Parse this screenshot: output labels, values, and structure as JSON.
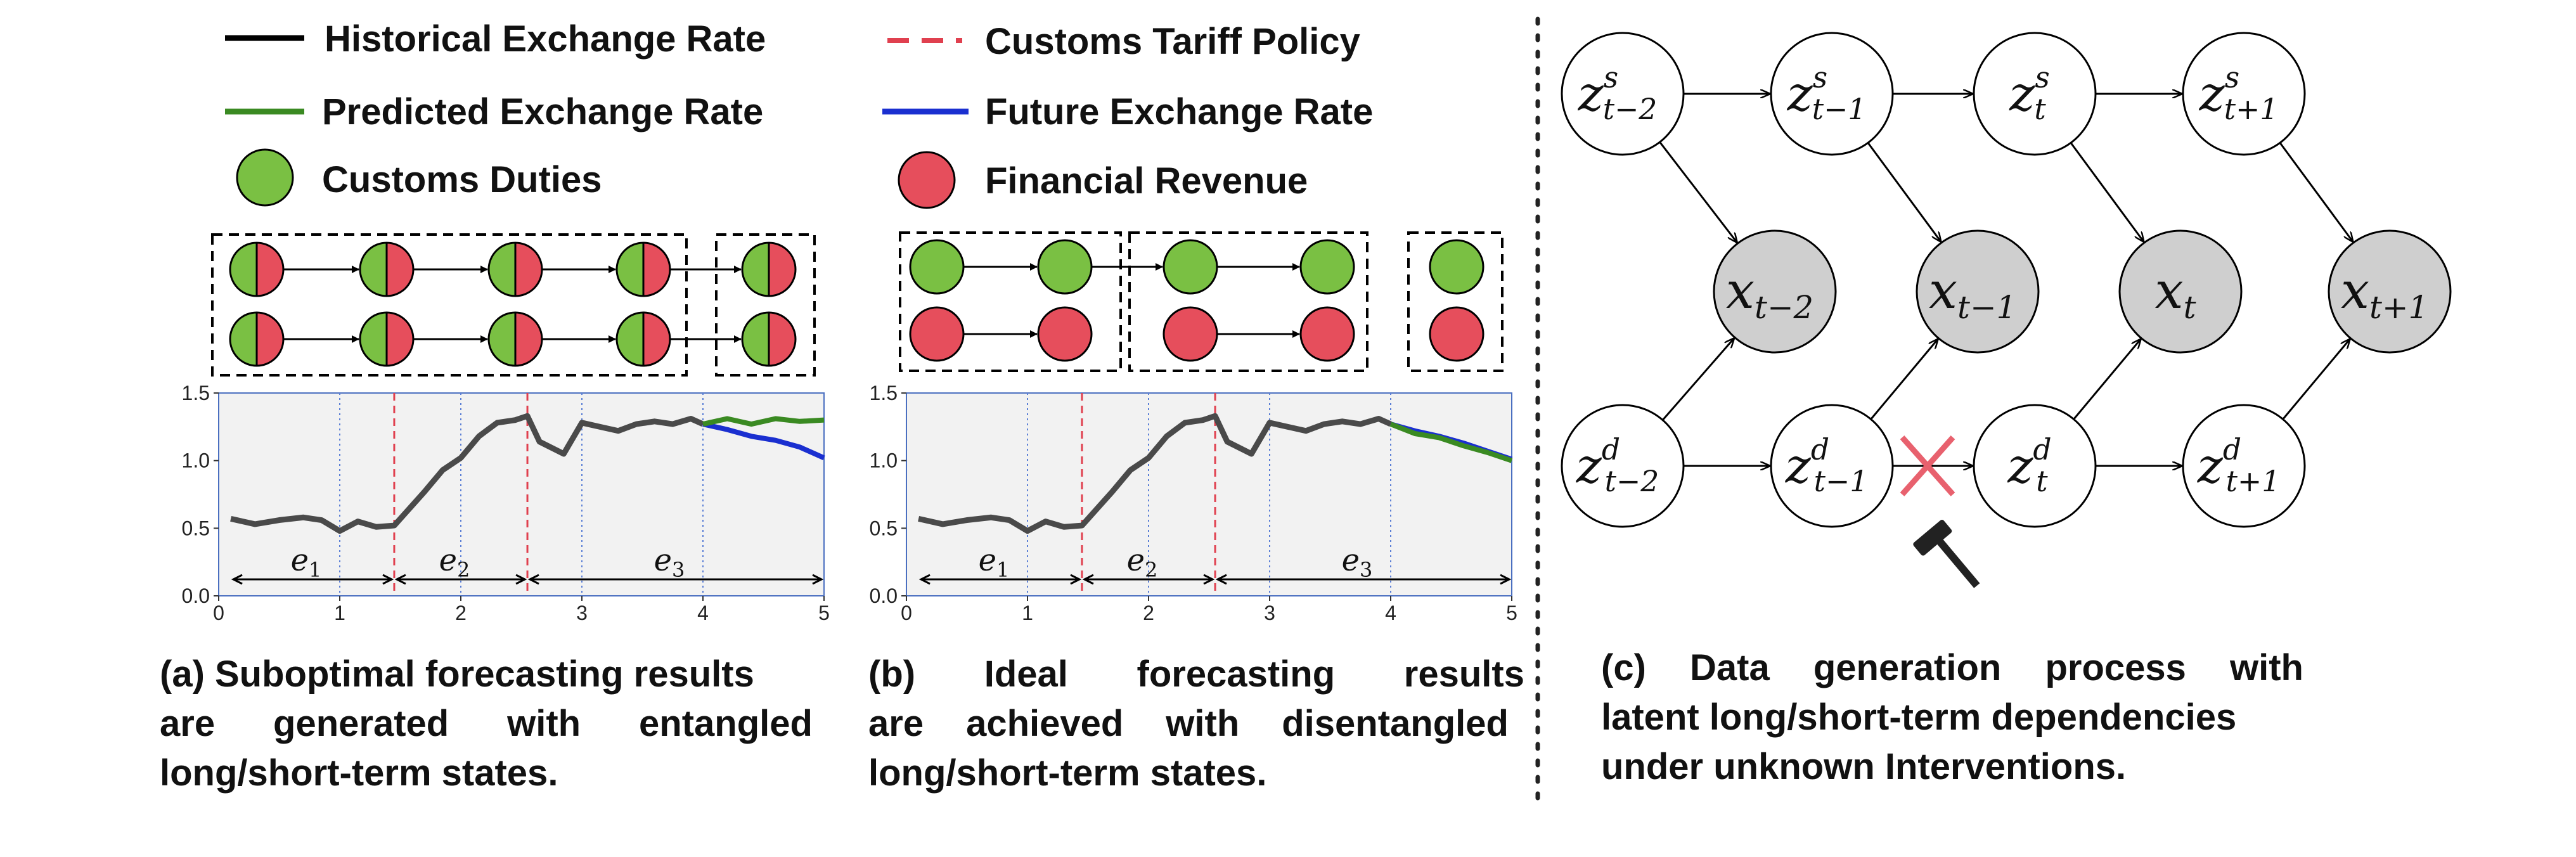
{
  "legend": {
    "historical": "Historical Exchange Rate",
    "predicted": "Predicted Exchange Rate",
    "duties": "Customs Duties",
    "tariff": "Customs Tariff Policy",
    "future": "Future Exchange Rate",
    "revenue": "Financial Revenue"
  },
  "colors": {
    "historical": "#4a4a4a",
    "predicted": "#3a8a22",
    "future": "#1a2fd0",
    "tariff": "#e0404f",
    "duties": "#7ac043",
    "revenue": "#e64e5c",
    "latent_node": "#cfcfcf",
    "cross": "#e8616e"
  },
  "panel_a": {
    "segments": [
      "e",
      "e",
      "e"
    ],
    "segment_subs": [
      "1",
      "2",
      "3"
    ],
    "caption_lines": [
      "(a) Suboptimal forecasting results",
      "are generated with entangled",
      "long/short-term states."
    ]
  },
  "panel_b": {
    "segments": [
      "e",
      "e",
      "e"
    ],
    "segment_subs": [
      "1",
      "2",
      "3"
    ],
    "caption_lines": [
      "(b) Ideal forecasting results",
      "are achieved with disentangled",
      "long/short-term states."
    ]
  },
  "panel_c": {
    "nodes": {
      "zs": [
        {
          "base": "z",
          "sup": "s",
          "sub": "t−2"
        },
        {
          "base": "z",
          "sup": "s",
          "sub": "t−1"
        },
        {
          "base": "z",
          "sup": "s",
          "sub": "t"
        },
        {
          "base": "z",
          "sup": "s",
          "sub": "t+1"
        }
      ],
      "x": [
        {
          "base": "x",
          "sub": "t−2"
        },
        {
          "base": "x",
          "sub": "t−1"
        },
        {
          "base": "x",
          "sub": "t"
        },
        {
          "base": "x",
          "sub": "t+1"
        }
      ],
      "zd": [
        {
          "base": "z",
          "sup": "d",
          "sub": "t−2"
        },
        {
          "base": "z",
          "sup": "d",
          "sub": "t−1"
        },
        {
          "base": "z",
          "sup": "d",
          "sub": "t"
        },
        {
          "base": "z",
          "sup": "d",
          "sub": "t+1"
        }
      ]
    },
    "caption_lines": [
      "(c) Data generation process with",
      "latent long/short-term dependencies",
      "under unknown Interventions."
    ]
  },
  "chart_data": [
    {
      "type": "line",
      "x": [
        0.1,
        0.3,
        0.5,
        0.7,
        0.85,
        1.0,
        1.15,
        1.3,
        1.45,
        1.55,
        1.7,
        1.85,
        2.0,
        2.15,
        2.3,
        2.45,
        2.55,
        2.65,
        2.85,
        3.0,
        3.15,
        3.3,
        3.45,
        3.6,
        3.75,
        3.9,
        4.0
      ],
      "series": [
        {
          "values": [
            0.57,
            0.53,
            0.56,
            0.58,
            0.56,
            0.48,
            0.55,
            0.51,
            0.52,
            0.62,
            0.77,
            0.93,
            1.02,
            1.18,
            1.28,
            1.3,
            1.33,
            1.14,
            1.05,
            1.28,
            1.25,
            1.22,
            1.27,
            1.29,
            1.27,
            1.31,
            1.27
          ]
        },
        {
          "x": [
            4.0,
            4.2,
            4.4,
            4.6,
            4.8,
            5.0
          ],
          "values": [
            1.27,
            1.23,
            1.18,
            1.15,
            1.1,
            1.02
          ]
        },
        {
          "x": [
            4.0,
            4.2,
            4.4,
            4.6,
            4.8,
            5.0
          ],
          "values": [
            1.27,
            1.31,
            1.27,
            1.31,
            1.29,
            1.3
          ]
        }
      ],
      "xlim": [
        0,
        5
      ],
      "ylim": [
        0,
        1.5
      ],
      "xticks": [
        0,
        1,
        2,
        3,
        4,
        5
      ],
      "yticks": [
        0.0,
        0.5,
        1.0,
        1.5
      ],
      "ytick_labels": [
        "0.0",
        "0.5",
        "1.0",
        "1.5"
      ],
      "tariff_lines": [
        1.45,
        2.55
      ],
      "dotted_lines": [
        1.0,
        2.0,
        3.0,
        4.0
      ]
    },
    {
      "type": "line",
      "x": [
        0.1,
        0.3,
        0.5,
        0.7,
        0.85,
        1.0,
        1.15,
        1.3,
        1.45,
        1.55,
        1.7,
        1.85,
        2.0,
        2.15,
        2.3,
        2.45,
        2.55,
        2.65,
        2.85,
        3.0,
        3.15,
        3.3,
        3.45,
        3.6,
        3.75,
        3.9,
        4.0
      ],
      "series": [
        {
          "values": [
            0.57,
            0.53,
            0.56,
            0.58,
            0.56,
            0.48,
            0.55,
            0.51,
            0.52,
            0.62,
            0.77,
            0.93,
            1.02,
            1.18,
            1.28,
            1.3,
            1.33,
            1.14,
            1.05,
            1.28,
            1.25,
            1.22,
            1.27,
            1.29,
            1.27,
            1.31,
            1.27
          ]
        },
        {
          "x": [
            4.0,
            4.2,
            4.4,
            4.6,
            4.8,
            5.0
          ],
          "values": [
            1.27,
            1.22,
            1.18,
            1.13,
            1.07,
            1.01
          ]
        },
        {
          "x": [
            4.0,
            4.2,
            4.4,
            4.6,
            4.8,
            5.0
          ],
          "values": [
            1.27,
            1.2,
            1.17,
            1.11,
            1.06,
            1.0
          ]
        }
      ],
      "xlim": [
        0,
        5
      ],
      "ylim": [
        0,
        1.5
      ],
      "xticks": [
        0,
        1,
        2,
        3,
        4,
        5
      ],
      "yticks": [
        0.0,
        0.5,
        1.0,
        1.5
      ],
      "ytick_labels": [
        "0.0",
        "0.5",
        "1.0",
        "1.5"
      ],
      "tariff_lines": [
        1.45,
        2.55
      ],
      "dotted_lines": [
        1.0,
        2.0,
        3.0,
        4.0
      ]
    }
  ]
}
